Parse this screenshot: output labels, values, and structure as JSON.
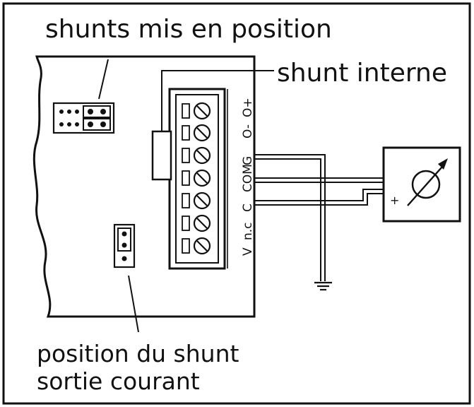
{
  "labels": {
    "shunts_mis_en_position": "shunts mis en position",
    "shunt_interne": "shunt interne",
    "position_line1": "position du shunt",
    "position_line2": "sortie courant"
  },
  "terminals": [
    "V",
    "n.c",
    "C",
    "COM",
    "G",
    "O-",
    "O+"
  ],
  "meter": {
    "plus_sign": "+"
  },
  "colors": {
    "ink": "#111111",
    "background": "#ffffff"
  }
}
